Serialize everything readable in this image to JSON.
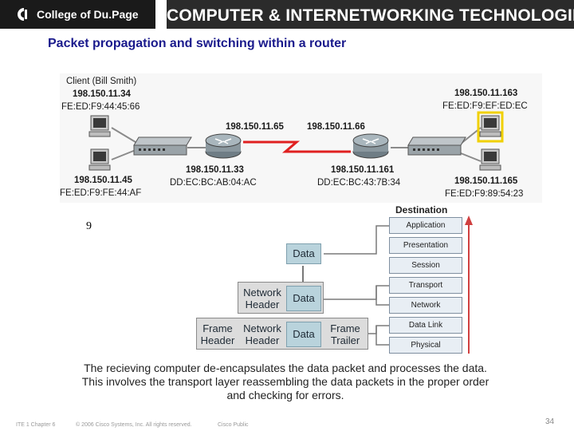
{
  "header": {
    "college_name": "College of Du.Page",
    "title": "COMPUTER & INTERNETWORKING TECHNOLOGIES"
  },
  "slide": {
    "title": "Packet propagation and switching within a router",
    "stray_number": "9",
    "caption_lines": [
      "The recieving computer de-encapsulates the data packet and processes the data.",
      "This involves the transport layer reassembling the data packets in the proper order",
      "and checking for errors."
    ]
  },
  "network": {
    "client_label": "Client (Bill Smith)",
    "client_ip": "198.150.11.34",
    "client_mac": "FE:ED:F9:44:45:66",
    "bottom_left_ip": "198.150.11.45",
    "bottom_left_mac": "FE:ED:F9:FE:44:AF",
    "router1_wan_ip": "198.150.11.65",
    "router2_wan_ip": "198.150.11.66",
    "router1_lan_ip": "198.150.11.33",
    "router1_lan_mac": "DD:EC:BC:AB:04:AC",
    "router2_lan_ip": "198.150.11.161",
    "router2_lan_mac": "DD:EC:BC:43:7B:34",
    "top_right_ip": "198.150.11.163",
    "top_right_mac": "FE:ED:F9:EF:ED:EC",
    "bottom_right_ip": "198.150.11.165",
    "bottom_right_mac": "FE:ED:F9:89:54:23"
  },
  "osi": {
    "destination_label": "Destination",
    "layers": [
      "Application",
      "Presentation",
      "Session",
      "Transport",
      "Network",
      "Data Link",
      "Physical"
    ]
  },
  "encapsulation": {
    "data": "Data",
    "network_header_line1": "Network",
    "network_header_line2": "Header",
    "frame_header_line1": "Frame",
    "frame_header_line2": "Header",
    "frame_trailer_line1": "Frame",
    "frame_trailer_line2": "Trailer"
  },
  "footer": {
    "chapter": "ITE 1 Chapter 6",
    "copyright": "© 2006 Cisco Systems, Inc. All rights reserved.",
    "classification": "Cisco Public",
    "page_number": "34"
  },
  "colors": {
    "title": "#1a1a8c",
    "header_bg": "#1a1a1a",
    "data_box": "#b9d3dc",
    "wan_link": "#e02020",
    "arrow_up": "#d04040"
  },
  "icons": [
    "computer-icon",
    "switch-icon",
    "router-icon"
  ]
}
